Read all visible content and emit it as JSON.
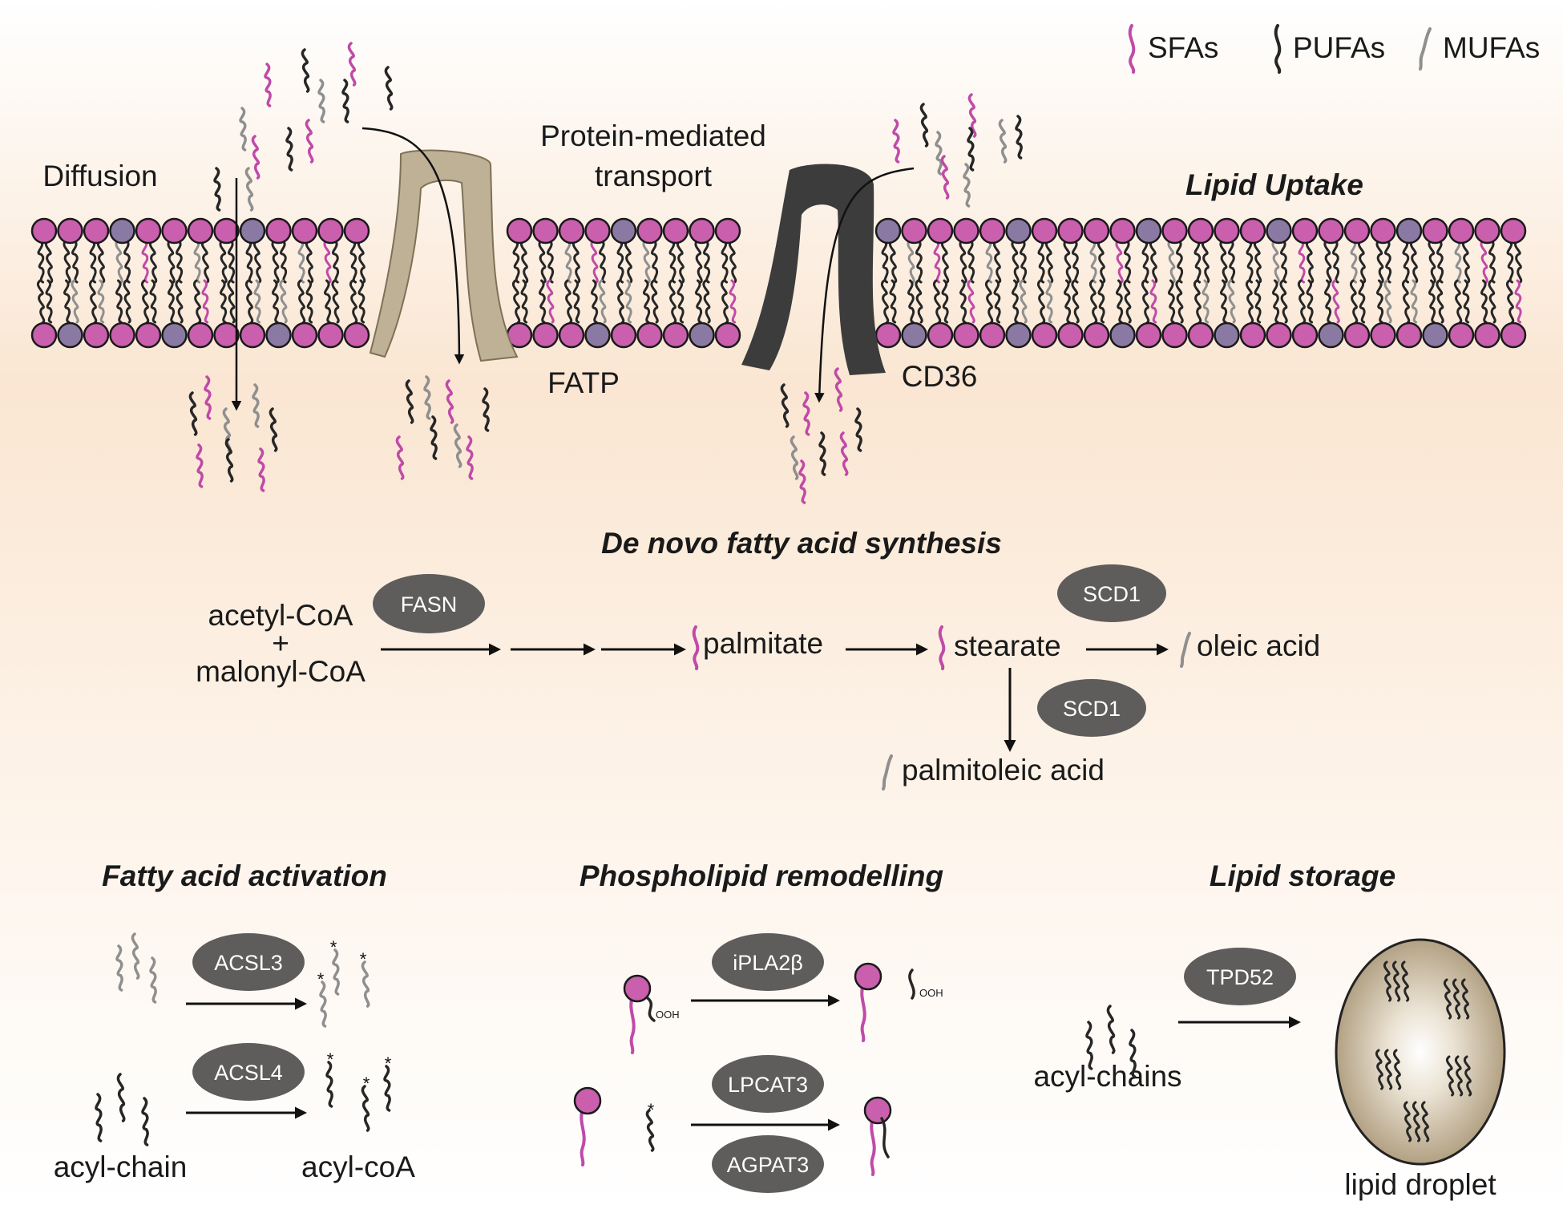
{
  "legend": [
    {
      "label": "SFAs",
      "color": "#c04aa8"
    },
    {
      "label": "PUFAs",
      "color": "#262626"
    },
    {
      "label": "MUFAs",
      "color": "#8f8f8f"
    }
  ],
  "colors": {
    "sfa": "#c04aa8",
    "pufa": "#262626",
    "mufa": "#8f8f8f",
    "head_pink": "#c95fad",
    "head_purple": "#8a7aa3",
    "fatp": "#bfb195",
    "cd36": "#3c3c3c",
    "enzyme": "#5f5c5c"
  },
  "uptake": {
    "title": "Lipid Uptake",
    "diffusion": "Diffusion",
    "protein_line1": "Protein-mediated",
    "protein_line2": "transport",
    "fatp": "FATP",
    "cd36": "CD36"
  },
  "denovo": {
    "title": "De novo fatty acid synthesis",
    "acetyl": "acetyl-CoA",
    "plus": "+",
    "malonyl": "malonyl-CoA",
    "fasn": "FASN",
    "palmitate": "palmitate",
    "stearate": "stearate",
    "oleic": "oleic acid",
    "palmitoleic": "palmitoleic acid",
    "scd1_top": "SCD1",
    "scd1_bottom": "SCD1"
  },
  "activation": {
    "title": "Fatty acid activation",
    "acsl3": "ACSL3",
    "acsl4": "ACSL4",
    "acyl_chain": "acyl-chain",
    "acyl_coa": "acyl-coA"
  },
  "remodel": {
    "title": "Phospholipid remodelling",
    "ipla2b": "iPLA2β",
    "lpcat3": "LPCAT3",
    "agpat3": "AGPAT3",
    "ooh1": "OOH",
    "ooh2": "OOH"
  },
  "storage": {
    "title": "Lipid storage",
    "tpd52": "TPD52",
    "acyl_chains": "acyl-chains",
    "droplet": "lipid droplet"
  }
}
